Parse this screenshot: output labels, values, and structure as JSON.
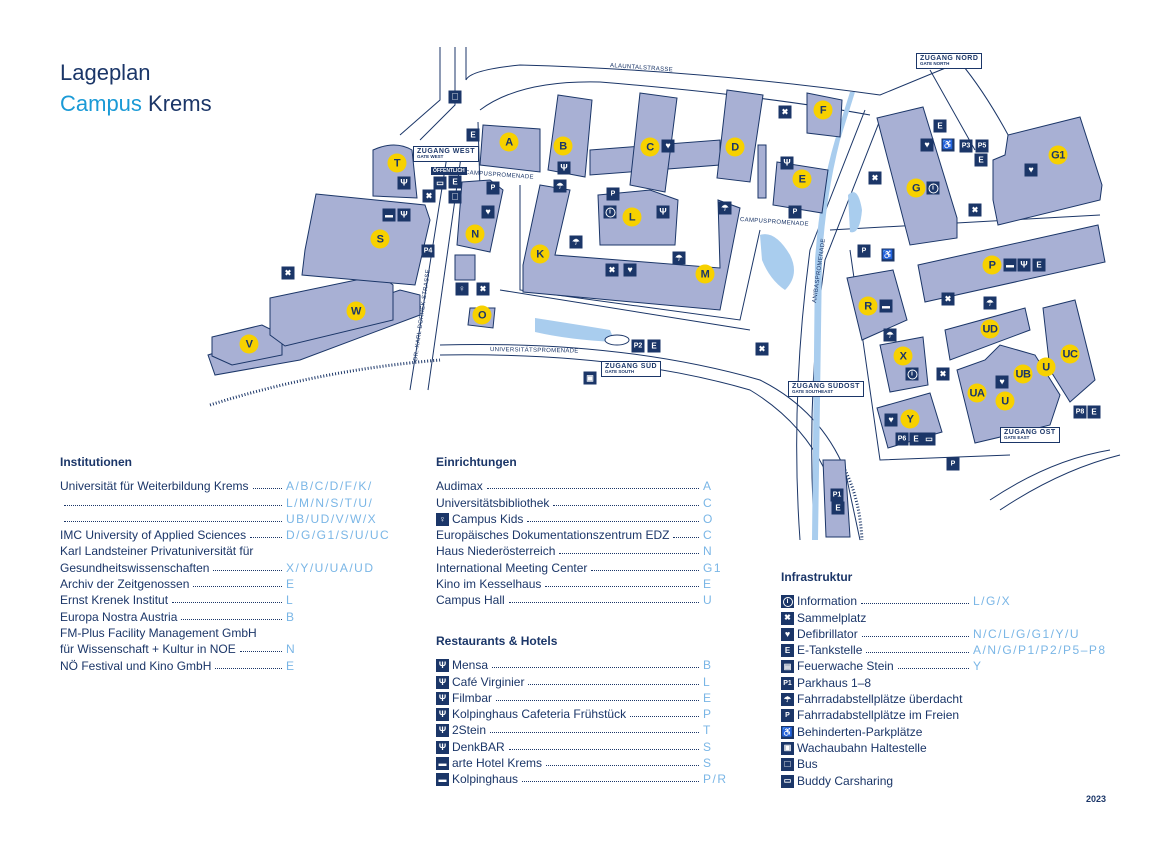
{
  "title": {
    "line1": "Lageplan",
    "campus": "Campus",
    "krems": "Krems"
  },
  "year": "2023",
  "colors": {
    "navy": "#1b3668",
    "accent": "#1a9ad6",
    "ref": "#7ab6e6",
    "building": "#a8b0d4",
    "marker": "#f7d100",
    "water": "#a9cdee"
  },
  "map": {
    "streets": {
      "alauntal": "ALAUNTALSTRASSE",
      "campus1": "CAMPUSPROMENADE",
      "campus2": "CAMPUSPROMENADE",
      "uni": "UNIVERSITÄTSPROMENADE",
      "dorrek": "DR.-KARL-DORREK-STRASSE",
      "aniba": "ANIBASPROMENADE"
    },
    "public": "ÖFFENTLICH",
    "gates": [
      {
        "name": "ZUGANG WEST",
        "sub": "GATE WEST"
      },
      {
        "name": "ZUGANG NORD",
        "sub": "GATE NORTH"
      },
      {
        "name": "ZUGANG SÜD",
        "sub": "GATE SOUTH"
      },
      {
        "name": "ZUGANG SÜDOST",
        "sub": "GATE SOUTHEAST"
      },
      {
        "name": "ZUGANG OST",
        "sub": "GATE EAST"
      }
    ],
    "buildings": [
      "A",
      "B",
      "C",
      "D",
      "E",
      "F",
      "G",
      "G1",
      "T",
      "N",
      "L",
      "K",
      "M",
      "S",
      "W",
      "V",
      "O",
      "P",
      "R",
      "X",
      "Y",
      "UD",
      "UC",
      "UB",
      "U",
      "UA",
      "U"
    ],
    "parking": [
      "P1",
      "P2",
      "P3",
      "P4",
      "P5",
      "P6",
      "P8"
    ]
  },
  "institutionen": {
    "heading": "Institutionen",
    "rows": [
      {
        "name": "Universität für Weiterbildung Krems",
        "ref": "A/B/C/D/F/K/"
      },
      {
        "name": "",
        "ref": "L/M/N/S/T/U/"
      },
      {
        "name": "",
        "ref": "UB/UD/V/W/X"
      },
      {
        "name": "IMC University of Applied Sciences",
        "ref": "D/G/G1/S/U/UC"
      },
      {
        "name": "Karl Landsteiner Privatuniversität für",
        "ref": ""
      },
      {
        "name": "Gesundheitswissenschaften",
        "ref": "X/Y/U/UA/UD"
      },
      {
        "name": "Archiv der Zeitgenossen",
        "ref": "E"
      },
      {
        "name": "Ernst Krenek Institut",
        "ref": "L"
      },
      {
        "name": "Europa Nostra Austria",
        "ref": "B"
      },
      {
        "name": "FM-Plus Facility Management GmbH",
        "ref": ""
      },
      {
        "name": "für Wissenschaft + Kultur in NOE",
        "ref": "N"
      },
      {
        "name": "NÖ Festival und Kino GmbH",
        "ref": "E"
      }
    ]
  },
  "einrichtungen": {
    "heading": "Einrichtungen",
    "rows": [
      {
        "name": "Audimax",
        "ref": "A"
      },
      {
        "name": "Universitätsbibliothek",
        "ref": "C"
      },
      {
        "name": "Campus Kids",
        "ref": "O",
        "icon": "kids-icon"
      },
      {
        "name": "Europäisches Dokumentationszentrum EDZ",
        "ref": "C"
      },
      {
        "name": "Haus Niederösterreich",
        "ref": "N"
      },
      {
        "name": "International Meeting Center",
        "ref": "G1"
      },
      {
        "name": "Kino im Kesselhaus",
        "ref": "E"
      },
      {
        "name": "Campus Hall",
        "ref": "U"
      }
    ]
  },
  "restaurants": {
    "heading": "Restaurants & Hotels",
    "rows": [
      {
        "name": "Mensa",
        "ref": "B",
        "icon": "restaurant-icon"
      },
      {
        "name": "Café Virginier",
        "ref": "L",
        "icon": "restaurant-icon"
      },
      {
        "name": "Filmbar",
        "ref": "E",
        "icon": "restaurant-icon"
      },
      {
        "name": "Kolpinghaus Cafeteria Frühstück",
        "ref": "P",
        "icon": "restaurant-icon"
      },
      {
        "name": "2Stein",
        "ref": "T",
        "icon": "restaurant-icon"
      },
      {
        "name": "DenkBAR",
        "ref": "S",
        "icon": "restaurant-icon"
      },
      {
        "name": "arte Hotel Krems",
        "ref": "S",
        "icon": "hotel-icon"
      },
      {
        "name": "Kolpinghaus",
        "ref": "P/R",
        "icon": "hotel-icon"
      }
    ]
  },
  "infrastruktur": {
    "heading": "Infrastruktur",
    "rows": [
      {
        "name": "Information",
        "ref": "L/G/X",
        "icon": "information-icon"
      },
      {
        "name": "Sammelplatz",
        "ref": "",
        "icon": "assembly-point-icon"
      },
      {
        "name": "Defibrillator",
        "ref": "N/C/L/G/G1/Y/U",
        "icon": "defibrillator-icon"
      },
      {
        "name": "E-Tankstelle",
        "ref": "A/N/G/P1/P2/P5–P8",
        "icon": "ev-charging-icon"
      },
      {
        "name": "Feuerwache Stein",
        "ref": "Y",
        "icon": "fire-station-icon"
      },
      {
        "name": "Parkhaus 1–8",
        "ref": "",
        "icon": "parking-garage-icon"
      },
      {
        "name": "Fahrradabstellplätze überdacht",
        "ref": "",
        "icon": "covered-bike-parking-icon"
      },
      {
        "name": "Fahrradabstellplätze im Freien",
        "ref": "",
        "icon": "outdoor-bike-parking-icon"
      },
      {
        "name": "Behinderten-Parkplätze",
        "ref": "",
        "icon": "accessible-parking-icon"
      },
      {
        "name": "Wachaubahn Haltestelle",
        "ref": "",
        "icon": "train-stop-icon"
      },
      {
        "name": "Bus",
        "ref": "",
        "icon": "bus-icon"
      },
      {
        "name": "Buddy Carsharing",
        "ref": "",
        "icon": "carsharing-icon"
      }
    ]
  }
}
